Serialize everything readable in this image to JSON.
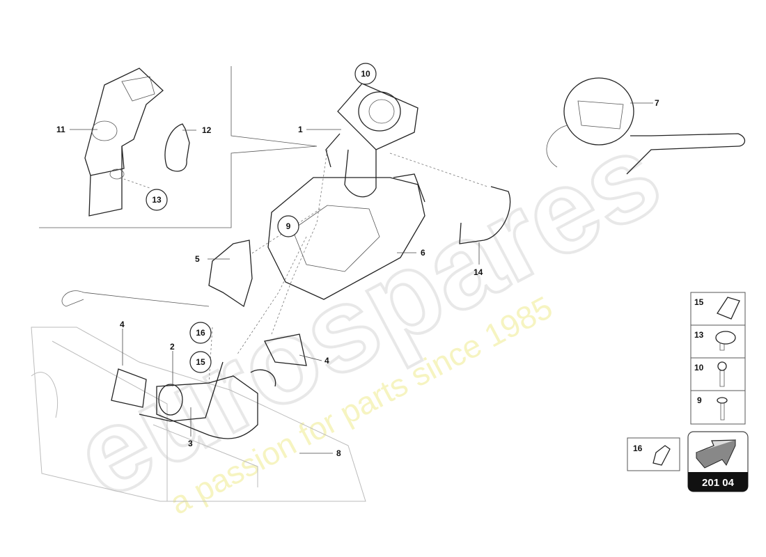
{
  "diagram": {
    "page_number": "201 04",
    "callouts": {
      "c1": "1",
      "c2": "2",
      "c3": "3",
      "c4a": "4",
      "c4b": "4",
      "c5": "5",
      "c6": "6",
      "c7": "7",
      "c8": "8",
      "c9": "9",
      "c10": "10",
      "c11": "11",
      "c12": "12",
      "c13": "13",
      "c14": "14",
      "c15": "15",
      "c16": "16"
    },
    "legend_panel": [
      {
        "label": "15",
        "icon": "clip-icon"
      },
      {
        "label": "13",
        "icon": "plastic-rivet-icon"
      },
      {
        "label": "10",
        "icon": "expanding-rivet-icon"
      },
      {
        "label": "9",
        "icon": "screw-icon"
      }
    ],
    "extra_part": {
      "label": "16",
      "icon": "bracket-clip-icon"
    },
    "nav_arrow_icon": "arrow-up-right-icon"
  },
  "watermark": {
    "brand": "eurospares",
    "tagline": "a passion for parts since 1985"
  }
}
